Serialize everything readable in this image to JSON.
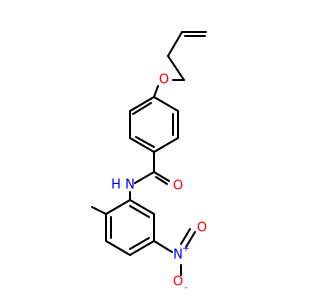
{
  "colors": {
    "bond": "#000000",
    "carbon": "#000000",
    "oxygen": "#ff0000",
    "nitrogen": "#0000ff",
    "background": "#ffffff"
  },
  "atoms": {
    "ether_oxygen": "O",
    "carbonyl_oxygen": "O",
    "amide_nitrogen": "N",
    "amide_hydrogen": "H",
    "nitro_nitrogen": "N",
    "nitro_nitrogen_charge": "+",
    "nitro_oxygen_top": "O",
    "nitro_oxygen_bottom": "O",
    "nitro_oxygen_bottom_charge": "-"
  }
}
